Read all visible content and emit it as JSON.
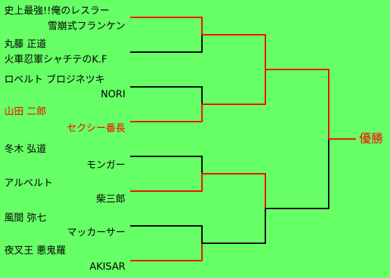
{
  "colors": {
    "background": "#66ff66",
    "loser": "#000000",
    "winner": "#ff0000"
  },
  "matches": [
    {
      "team": [
        "史上最強!!俺のレスラー",
        "雪崩式フランケン"
      ],
      "won_line": "top"
    },
    {
      "team": [
        "丸藤 正道",
        "火車忍軍シャチテのK.F"
      ],
      "won_line": "bottom"
    },
    {
      "team": [
        "ロベルト ブロジネツキ",
        "NORI"
      ],
      "won_line": "bottom"
    },
    {
      "team": [
        "山田 二郎",
        "セクシー番長"
      ],
      "won_line": "bottom",
      "winner_highlight": true
    },
    {
      "team": [
        "冬木 弘道",
        "モンガー"
      ],
      "won_line": "top"
    },
    {
      "team": [
        "アルベルト",
        "柴三郎"
      ],
      "won_line": "bottom"
    },
    {
      "team": [
        "風間 弥七",
        "マッカーサー"
      ],
      "won_line": "top"
    },
    {
      "team": [
        "夜叉王 悪鬼羅",
        "AKISAR"
      ],
      "won_line": "bottom"
    }
  ],
  "champion_label": "優勝"
}
